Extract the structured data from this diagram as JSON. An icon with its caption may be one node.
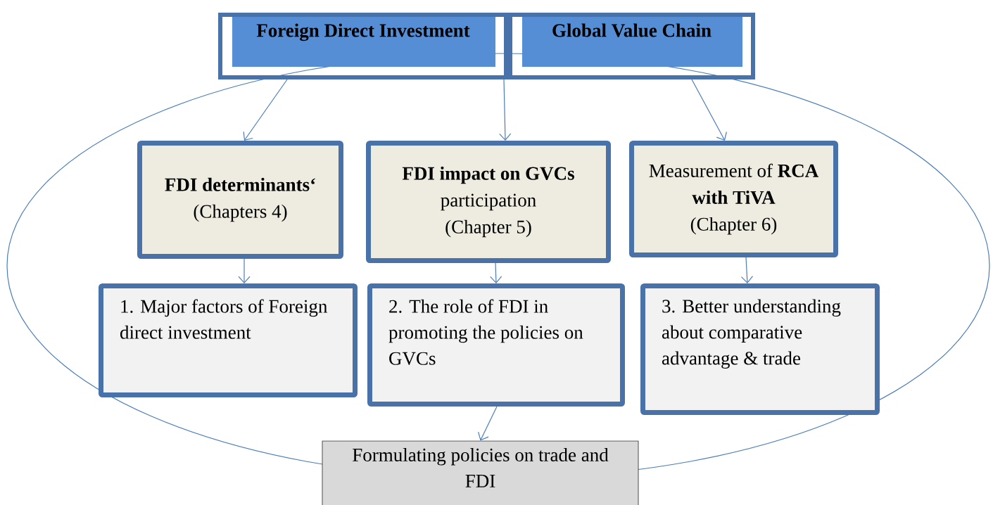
{
  "diagram": {
    "nodes": [
      {
        "text": [
          "Foreign Direct Investment"
        ]
      },
      {
        "text": [
          "Global Value Chain"
        ]
      },
      {
        "text": [
          "FDI determinants‘",
          "(Chapters 4)"
        ]
      },
      {
        "text": [
          "**FDI impact on GVCs** participation",
          "(Chapter 5)"
        ]
      },
      {
        "text": [
          "Measurement of **RCA with TiVA**",
          "(Chapter 6)"
        ]
      },
      {
        "text": [
          "1.   Major factors of Foreign direct investment"
        ]
      },
      {
        "text": [
          "2. The role of FDI in promoting the policies on GVCs"
        ]
      },
      {
        "text": [
          "3. Better understanding about comparative advantage & trade"
        ]
      },
      {
        "text": [
          "Formulating policies on trade and FDI"
        ]
      }
    ],
    "edges": [
      {
        "from": 0,
        "to": 2,
        "arrow": "to"
      },
      {
        "from": 0,
        "to": 3,
        "arrow": "to"
      },
      {
        "from": 1,
        "to": 4,
        "arrow": "to"
      },
      {
        "from": 2,
        "to": 5,
        "arrow": "to"
      },
      {
        "from": 3,
        "to": 6,
        "arrow": "to"
      },
      {
        "from": 4,
        "to": 7,
        "arrow": "to"
      },
      {
        "from": 6,
        "to": 8,
        "arrow": "to"
      }
    ]
  }
}
